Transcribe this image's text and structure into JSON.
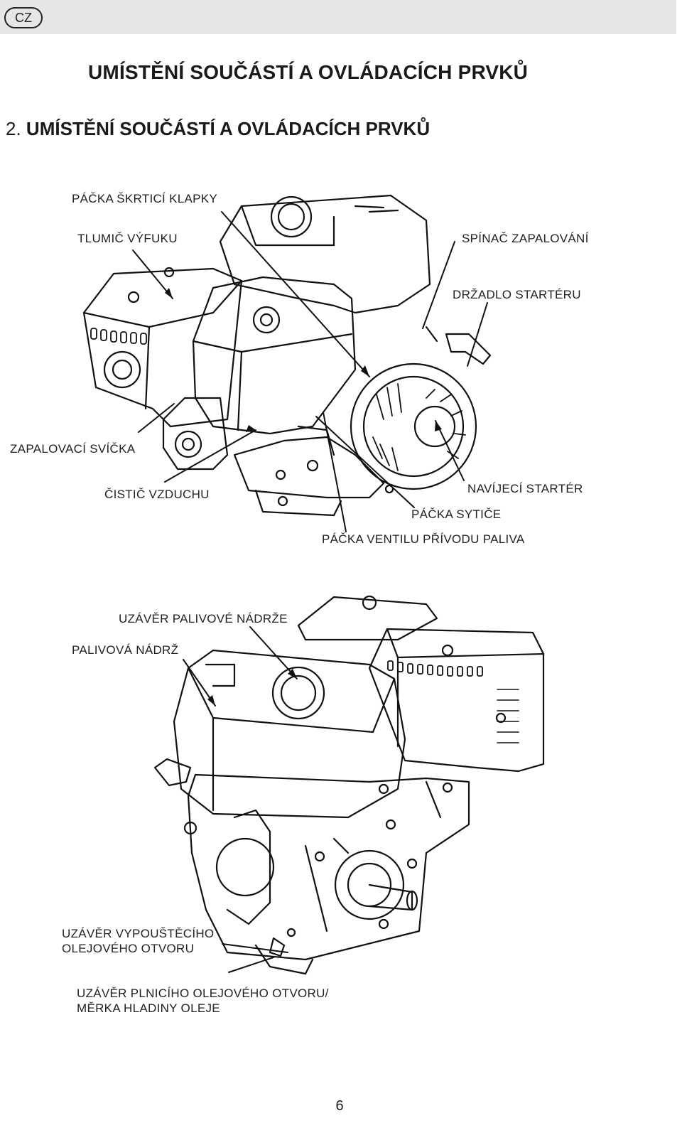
{
  "header": {
    "language": "CZ"
  },
  "page_title": "UMÍSTĚNÍ SOUČÁSTÍ A OVLÁDACÍCH PRVKŮ",
  "section": {
    "number": "2.",
    "title": "UMÍSTĚNÍ SOUČÁSTÍ A OVLÁDACÍCH PRVKŮ"
  },
  "figure1": {
    "labels": {
      "throttle_lever": "PÁČKA ŠKRTICÍ KLAPKY",
      "muffler": "TLUMIČ VÝFUKU",
      "ignition_switch": "SPÍNAČ ZAPALOVÁNÍ",
      "starter_handle": "DRŽADLO STARTÉRU",
      "spark_plug": "ZAPALOVACÍ SVÍČKA",
      "air_cleaner": "ČISTIČ VZDUCHU",
      "recoil_starter": "NAVÍJECÍ STARTÉR",
      "choke_lever": "PÁČKA SYTIČE",
      "fuel_valve_lever": "PÁČKA VENTILU PŘÍVODU PALIVA"
    }
  },
  "figure2": {
    "labels": {
      "fuel_tank_cap": "UZÁVĚR PALIVOVÉ NÁDRŽE",
      "fuel_tank": "PALIVOVÁ NÁDRŽ",
      "oil_drain_plug_line1": "UZÁVĚR VYPOUŠTĚCÍHO",
      "oil_drain_plug_line2": "OLEJOVÉHO OTVORU",
      "oil_filler_cap_line1": "UZÁVĚR PLNICÍHO OLEJOVÉHO OTVORU/",
      "oil_filler_cap_line2": "MĚRKA HLADINY OLEJE"
    }
  },
  "footer": {
    "page_number": "6"
  }
}
